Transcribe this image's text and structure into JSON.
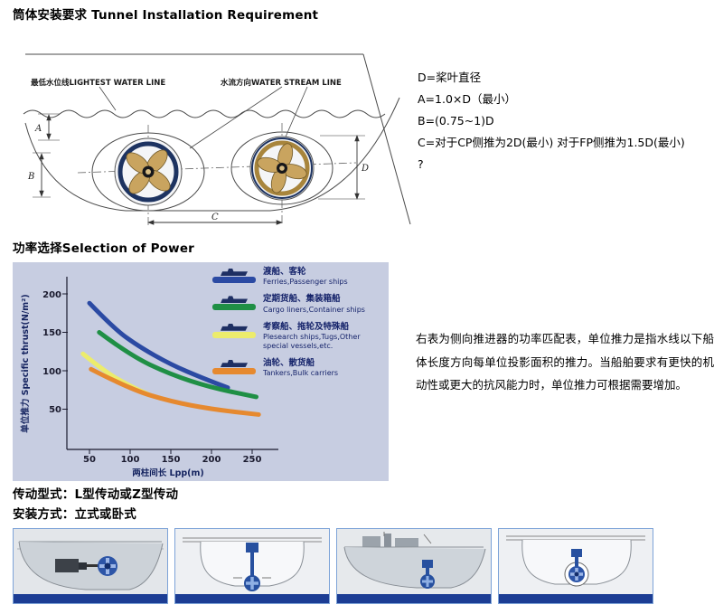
{
  "headings": {
    "tunnel": "筒体安装要求 Tunnel Installation Requirement",
    "power": "功率选择Selection of Power",
    "drive": "传动型式：L型传动或Z型传动",
    "mount": "安装方式：立式或卧式"
  },
  "diagram": {
    "waterline_label": "最低水位线LIGHTEST WATER LINE",
    "stream_label": "水流方向WATER STREAM LINE",
    "dims": {
      "a": "A",
      "b": "B",
      "c": "C",
      "d": "D"
    }
  },
  "spec_notes": {
    "line1": "D=桨叶直径",
    "line2": "A=1.0×D（最小）",
    "line3": "B=(0.75~1)D",
    "line4": "C=对于CP侧推为2D(最小) 对于FP侧推为1.5D(最小)",
    "line5": "?"
  },
  "chart_data": {
    "type": "line",
    "title": "功率选择Selection of Power",
    "xlabel": "两柱间长 Lpp(m)",
    "ylabel": "单位推力 Specific thrust(N/m²)",
    "xticks": [
      50,
      100,
      150,
      200,
      250
    ],
    "yticks": [
      200,
      150,
      100,
      50
    ],
    "xlim": [
      0,
      280
    ],
    "ylim": [
      0,
      230
    ],
    "background": "#c7cde1",
    "series": [
      {
        "name_zh": "渡船、客轮",
        "name_en": "Ferries,Passenger ships",
        "color": "#2b4aa3",
        "points": [
          [
            50,
            188
          ],
          [
            80,
            155
          ],
          [
            110,
            132
          ],
          [
            150,
            108
          ],
          [
            190,
            90
          ],
          [
            220,
            78
          ]
        ]
      },
      {
        "name_zh": "定期货船、集装箱船",
        "name_en": "Cargo liners,Container ships",
        "color": "#1f8f45",
        "points": [
          [
            62,
            150
          ],
          [
            100,
            120
          ],
          [
            150,
            95
          ],
          [
            200,
            78
          ],
          [
            255,
            66
          ]
        ]
      },
      {
        "name_zh": "考察船、拖轮及特殊船",
        "name_en": "Plesearch ships,Tugs,Other special vessels,etc.",
        "color": "#ecec6c",
        "points": [
          [
            42,
            122
          ],
          [
            70,
            98
          ],
          [
            100,
            80
          ],
          [
            125,
            68
          ]
        ]
      },
      {
        "name_zh": "油轮、散货船",
        "name_en": "Tankers,Bulk carriers",
        "color": "#e6892f",
        "points": [
          [
            52,
            102
          ],
          [
            100,
            76
          ],
          [
            150,
            60
          ],
          [
            200,
            50
          ],
          [
            258,
            43
          ]
        ]
      }
    ]
  },
  "side_note": "右表为侧向推进器的功率匹配表，单位推力是指水线以下船体长度方向每单位投影面积的推力。当船舶要求有更快的机动性或更大的抗风能力时，单位推力可根据需要增加。"
}
